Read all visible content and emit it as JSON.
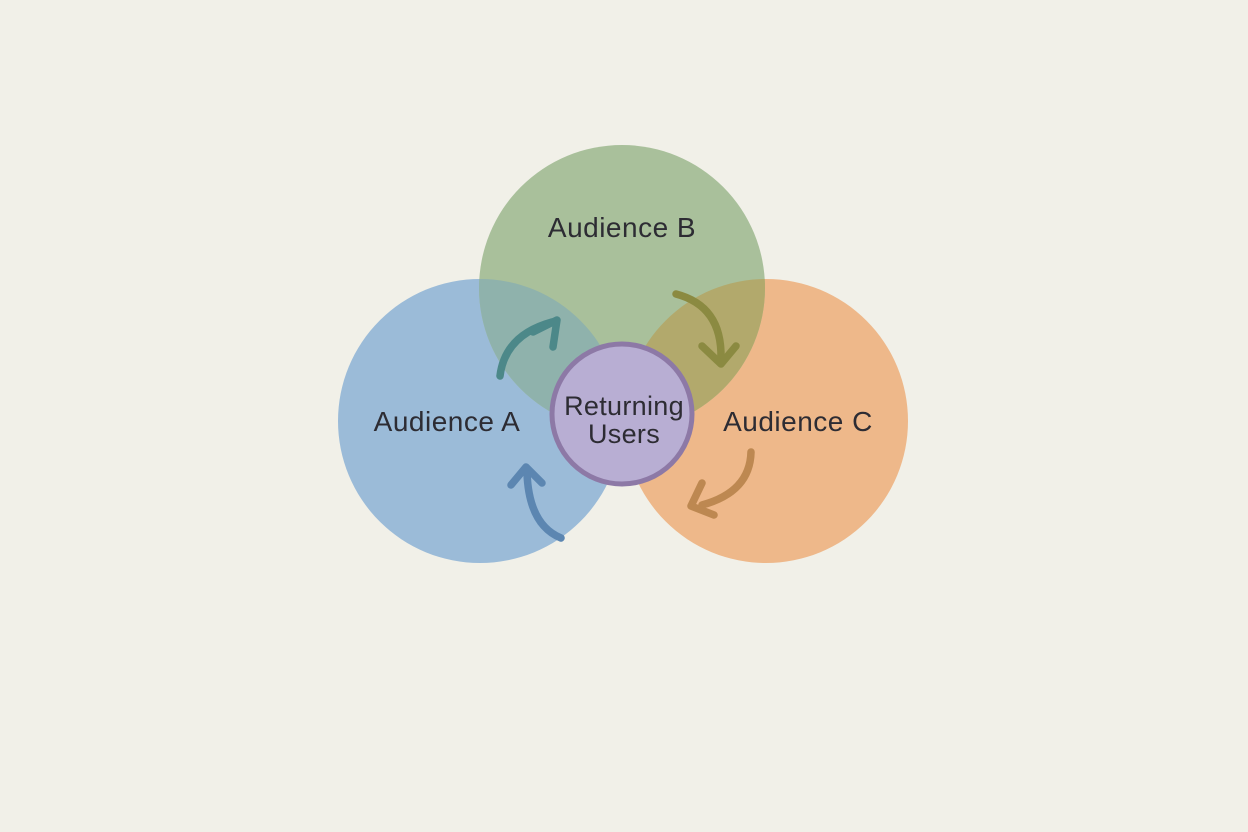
{
  "page": {
    "background": "#f1f0e8"
  },
  "diagram": {
    "type": "venn-overlap-cycle",
    "text_color": "#2d2c33",
    "circles": {
      "a": {
        "label": "Audience A",
        "fill": "#9bbbd8"
      },
      "b": {
        "label": "Audience B",
        "fill": "#a9c09b"
      },
      "c": {
        "label": "Audience C",
        "fill": "#eeb88a"
      }
    },
    "overlaps": {
      "ab": {
        "fill": "#8fb2ac"
      },
      "bc": {
        "fill": "#b2a96c"
      }
    },
    "center": {
      "line1": "Returning",
      "line2": "Users",
      "fill": "#b8aed3",
      "stroke": "#8d79a6"
    },
    "arrows": {
      "a_to_b": {
        "color": "#4c8889"
      },
      "b_to_c": {
        "color": "#8b8a41"
      },
      "c_to_bottom": {
        "color": "#bd8851"
      },
      "bottom_to_a": {
        "color": "#5c86b1"
      }
    }
  }
}
